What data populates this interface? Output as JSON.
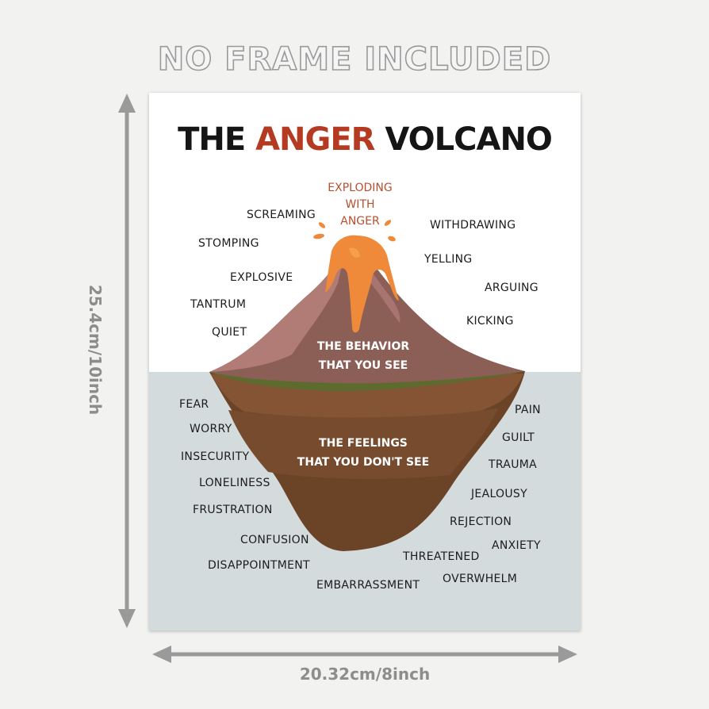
{
  "banner": "NO FRAME INCLUDED",
  "dimensions": {
    "height": "25.4cm/10inch",
    "width": "20.32cm/8inch"
  },
  "poster": {
    "title": {
      "part1": "THE ",
      "highlight": "ANGER",
      "part2": " VOLCANO"
    },
    "eruption": {
      "line1": "EXPLODING",
      "line2": "WITH",
      "line3": "ANGER"
    },
    "behavior_caption": {
      "line1": "THE BEHAVIOR",
      "line2": "THAT YOU SEE"
    },
    "feelings_caption": {
      "line1": "THE FEELINGS",
      "line2": "THAT YOU DON'T SEE"
    },
    "behaviors_left": [
      "SCREAMING",
      "STOMPING",
      "EXPLOSIVE",
      "TANTRUM",
      "QUIET"
    ],
    "behaviors_right": [
      "WITHDRAWING",
      "YELLING",
      "ARGUING",
      "KICKING"
    ],
    "feelings_left": [
      "FEAR",
      "WORRY",
      "INSECURITY",
      "LONELINESS",
      "FRUSTRATION",
      "CONFUSION",
      "DISAPPOINTMENT",
      "EMBARRASSMENT"
    ],
    "feelings_right": [
      "PAIN",
      "GUILT",
      "TRAUMA",
      "JEALOUSY",
      "REJECTION",
      "ANXIETY",
      "THREATENED",
      "OVERWHELM"
    ],
    "colors": {
      "title_accent": "#b43b22",
      "lava": "#ee8a3a",
      "mountain": "#8b5e56",
      "underground": "#6b4428",
      "sea": "#d3dbdd"
    }
  }
}
